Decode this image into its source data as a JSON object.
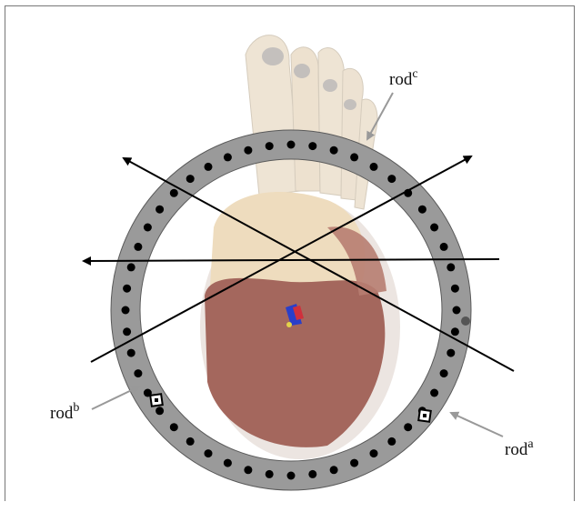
{
  "labels": {
    "rod_a": {
      "base": "rod",
      "sup": "a"
    },
    "rod_b": {
      "base": "rod",
      "sup": "b"
    },
    "rod_c": {
      "base": "rod",
      "sup": "c"
    }
  },
  "colors": {
    "ring": "#9a9a9a",
    "ring_stroke": "#5a5a5a",
    "dot": "#000000",
    "tissue_light": "#eedcbe",
    "tissue_dark": "#a4675d",
    "arrow": "#000000",
    "pointer": "#999999"
  },
  "ring": {
    "dot_count": 48
  }
}
